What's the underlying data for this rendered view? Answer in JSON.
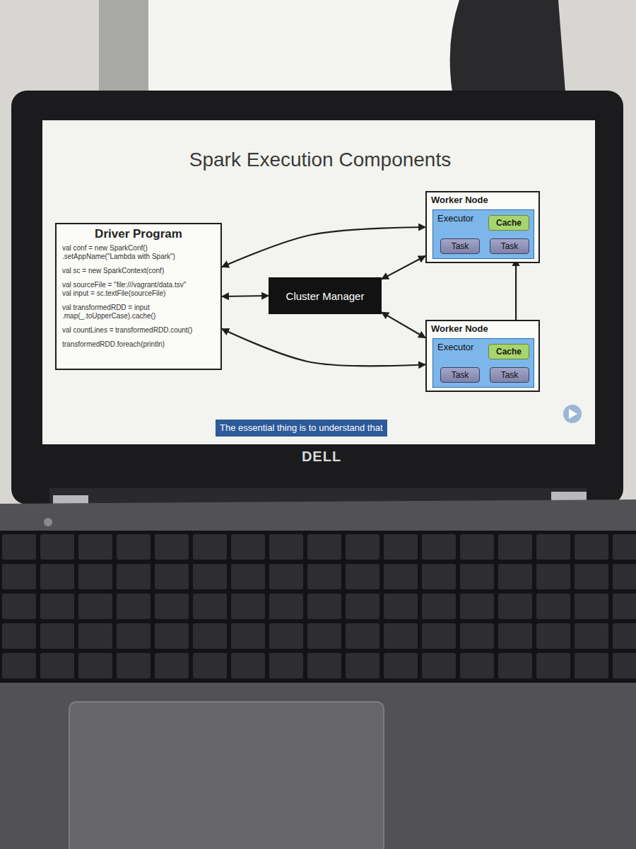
{
  "diagram": {
    "title": "Spark Execution Components",
    "nodes": [
      {
        "text": [
          "Driver Program",
          "val conf = new SparkConf() .setAppName(\"Lambda with Spark\")",
          "val sc = new SparkContext(conf)",
          "val sourceFile = \"file:///vagrant/data.tsv\"",
          "val input = sc.textFile(sourceFile)",
          "val transformedRDD = input .map(_.toUpperCase).cache()",
          "val countLines = transformedRDD.count()",
          "transformedRDD.foreach(println)"
        ]
      },
      {
        "text": [
          "Cluster Manager"
        ]
      },
      {
        "text": [
          "Worker Node"
        ]
      },
      {
        "text": [
          "Executor"
        ],
        "in": 2
      },
      {
        "text": [
          "Cache"
        ],
        "in": 3
      },
      {
        "text": [
          "Task"
        ],
        "in": 3
      },
      {
        "text": [
          "Task"
        ],
        "in": 3
      },
      {
        "text": [
          "Worker Node"
        ]
      },
      {
        "text": [
          "Executor"
        ],
        "in": 7
      },
      {
        "text": [
          "Cache"
        ],
        "in": 8
      },
      {
        "text": [
          "Task"
        ],
        "in": 8
      },
      {
        "text": [
          "Task"
        ],
        "in": 8
      }
    ],
    "edges": [
      {
        "from": 0,
        "to": 1,
        "arrow": "both"
      },
      {
        "from": 1,
        "to": 2,
        "arrow": "both"
      },
      {
        "from": 1,
        "to": 7,
        "arrow": "both"
      },
      {
        "from": 0,
        "to": 2,
        "arrow": "both"
      },
      {
        "from": 0,
        "to": 7,
        "arrow": "both"
      },
      {
        "from": 3,
        "to": 8,
        "arrow": "both"
      }
    ],
    "labels": [
      "The essential thing is to understand that",
      "DELL"
    ]
  }
}
